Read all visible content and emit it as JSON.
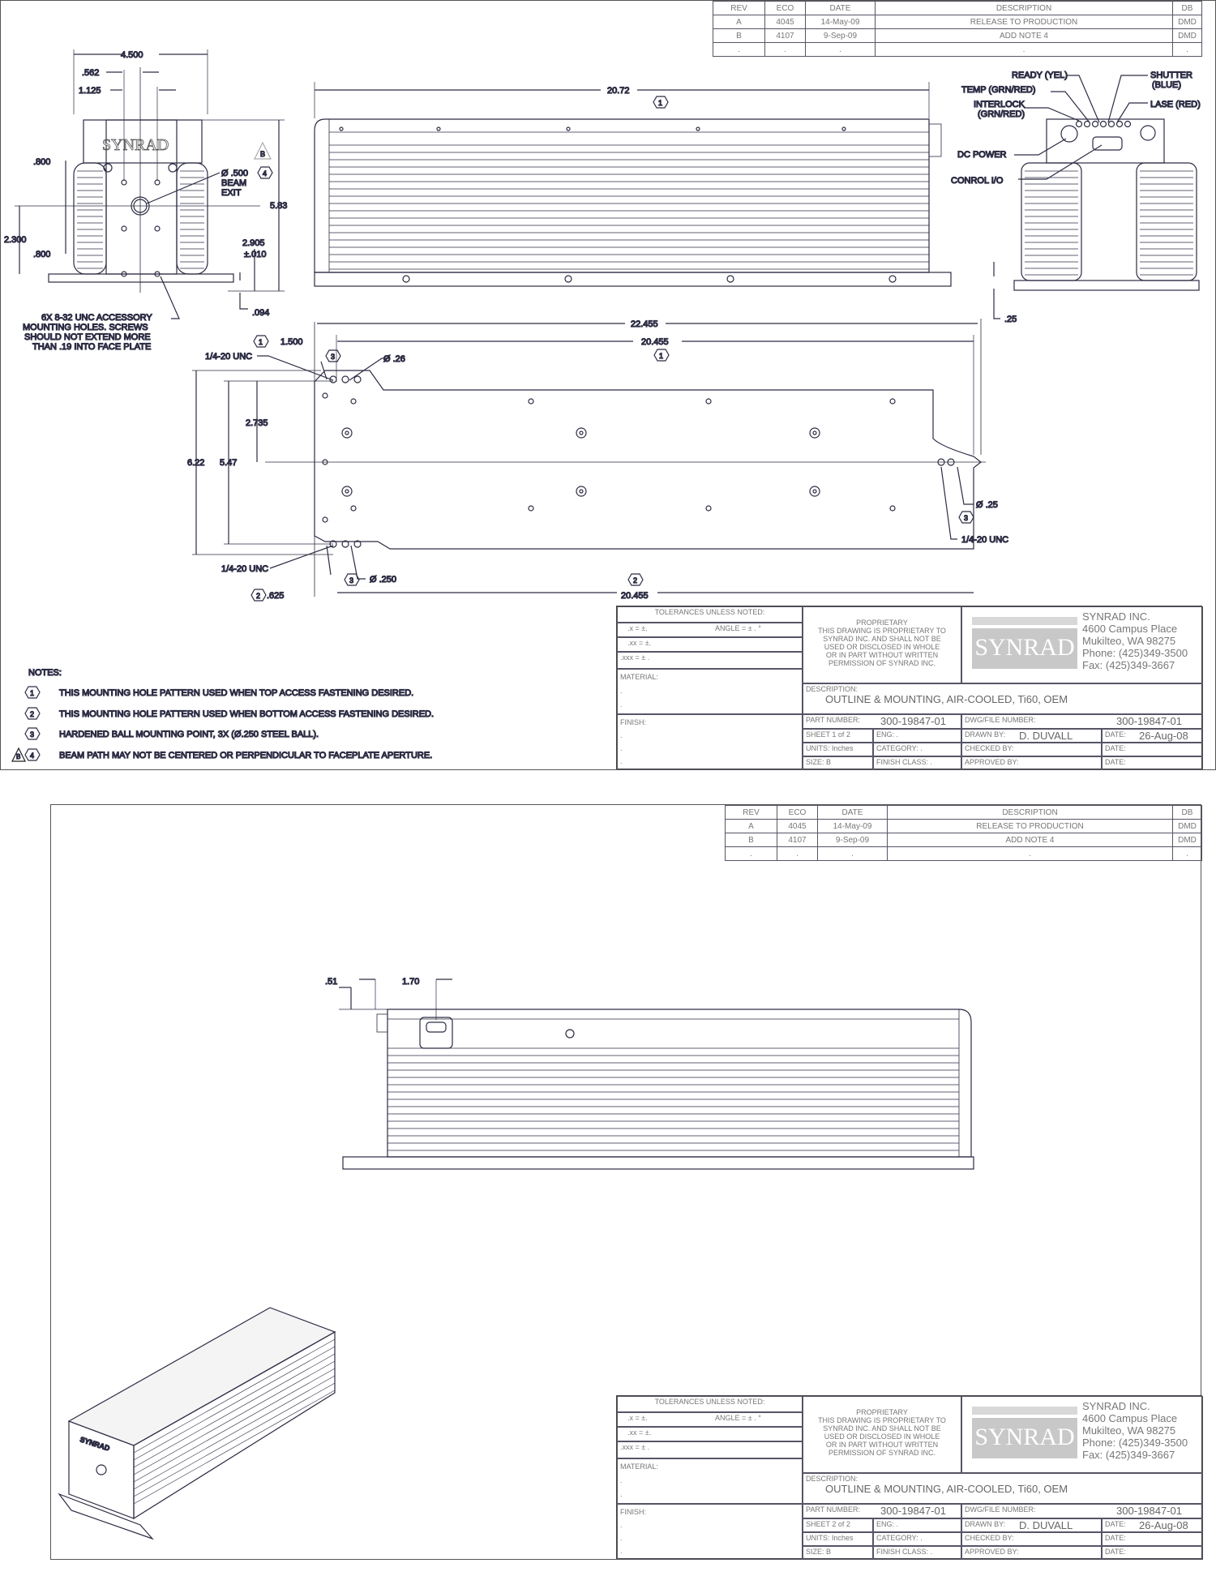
{
  "revision_table": {
    "headers": [
      "REV",
      "ECO",
      "DATE",
      "DESCRIPTION",
      "DB"
    ],
    "rows": [
      [
        "A",
        "4045",
        "14-May-09",
        "RELEASE TO PRODUCTION",
        "DMD"
      ],
      [
        "B",
        "4107",
        "9-Sep-09",
        "ADD NOTE 4",
        "DMD"
      ],
      [
        ".",
        ".",
        ".",
        ".",
        "."
      ]
    ]
  },
  "front_view": {
    "logo": "SYNRAD",
    "width": "4.500",
    "d562": ".562",
    "d1125": "1.125",
    "d800a": ".800",
    "d800b": ".800",
    "d2300": "2.300",
    "height": "5.83",
    "beam_height": "2.905",
    "beam_tol": "±.010",
    "d094": ".094",
    "beam_exit": [
      "Ø .500",
      "BEAM",
      "EXIT"
    ],
    "rev_flag": "B",
    "note_ref": "4",
    "accessory_note": [
      "6X 8-32 UNC ACCESSORY",
      "MOUNTING HOLES.  SCREWS",
      "SHOULD NOT EXTEND MORE",
      "THAN .19 INTO FACE PLATE"
    ]
  },
  "side_view": {
    "length": "20.72",
    "note_ref": "1",
    "d25": ".25"
  },
  "rear_view": {
    "ready": "READY (YEL)",
    "temp": "TEMP (GRN/RED)",
    "interlock": [
      "INTERLOCK",
      "(GRN/RED)"
    ],
    "dc_power": "DC POWER",
    "control_io": "CONROL I/O",
    "shutter": [
      "SHUTTER",
      "(BLUE)"
    ],
    "lase": "LASE (RED)"
  },
  "bottom_view": {
    "overall": "22.455",
    "top_span": "20.455",
    "top_offset": "1.500",
    "ref1": "1",
    "ref2": "2",
    "ref3": "3",
    "thread": "1/4-20 UNC",
    "hole_top": "Ø .26",
    "width": "6.22",
    "span": "5.47",
    "half": "2.735",
    "hole_bottom": "Ø .250",
    "bottom_offset": ".625",
    "bottom_span": "20.455",
    "hole_right": "Ø .25"
  },
  "notes": {
    "title": "NOTES:",
    "items": [
      {
        "num": "1",
        "text": "THIS MOUNTING HOLE PATTERN USED WHEN TOP ACCESS FASTENING DESIRED."
      },
      {
        "num": "2",
        "text": "THIS MOUNTING HOLE PATTERN USED WHEN BOTTOM ACCESS FASTENING DESIRED."
      },
      {
        "num": "3",
        "text": "HARDENED BALL MOUNTING POINT, 3X (Ø.250 STEEL BALL)."
      },
      {
        "num": "4",
        "text": "BEAM PATH MAY NOT BE CENTERED OR PERPENDICULAR TO FACEPLATE APERTURE.",
        "rev_flag": "B"
      }
    ]
  },
  "sheet2_view": {
    "d51": ".51",
    "d170": "1.70",
    "iso_logo": "SYNRAD"
  },
  "title_block": {
    "tolerances": "TOLERANCES UNLESS NOTED:",
    "tol_x": ".x = ±.",
    "tol_angle": "ANGLE = ± . °",
    "tol_xx": ".xx = ±.",
    "tol_xxx": ".xxx = ± .",
    "material": "MATERIAL:",
    "finish": "FINISH:",
    "dot": ".",
    "proprietary": [
      "PROPRIETARY",
      "THIS DRAWING IS PROPRIETARY TO",
      "SYNRAD INC. AND SHALL NOT BE",
      "USED OR DISCLOSED IN WHOLE",
      "OR IN PART WITHOUT WRITTEN",
      "PERMISSION OF SYNRAD INC."
    ],
    "logo": "SYNRAD",
    "address": [
      "SYNRAD INC.",
      "4600 Campus Place",
      "Mukilteo, WA 98275",
      "Phone: (425)349-3500",
      "Fax: (425)349-3667"
    ],
    "description_label": "DESCRIPTION:",
    "description": "OUTLINE & MOUNTING, AIR-COOLED, Ti60, OEM",
    "part_label": "PART NUMBER:",
    "part_number": "300-19847-01",
    "dwg_label": "DWG/FILE NUMBER:",
    "dwg_number": "300-19847-01",
    "eng": "ENG:  .",
    "drawn_label": "DRAWN BY:",
    "drawn_by": "D. DUVALL",
    "date_label": "DATE:",
    "date": "26-Aug-08",
    "units": "UNITS:  Inches",
    "category": "CATEGORY:    .",
    "checked": "CHECKED BY:",
    "size": "SIZE:  B",
    "finish_class": "FINISH CLASS:    .",
    "approved": "APPROVED BY:"
  },
  "sheets": [
    {
      "sheet": "SHEET   1  of  2"
    },
    {
      "sheet": "SHEET   2  of  2"
    }
  ]
}
